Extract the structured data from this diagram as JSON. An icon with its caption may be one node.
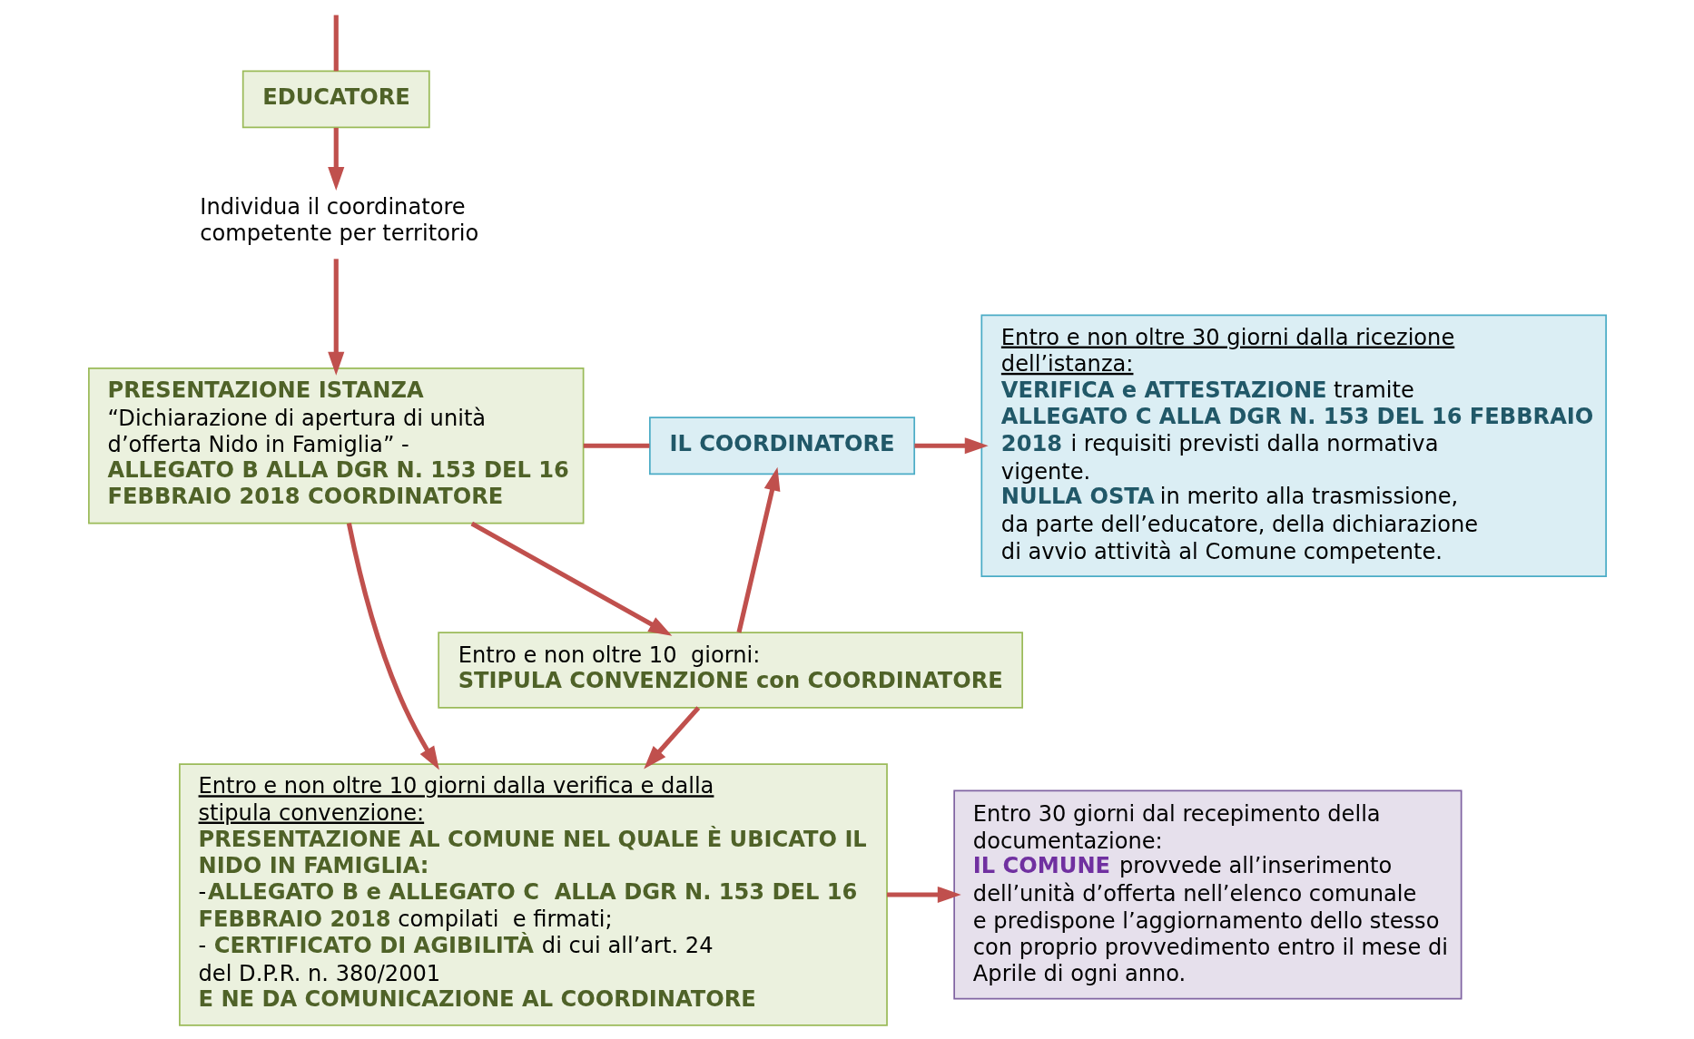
{
  "diagram": {
    "nodes": [
      {
        "text": [
          "EDUCATORE"
        ]
      },
      {
        "text": [
          "Individua il coordinatore competente per territorio"
        ]
      },
      {
        "text": [
          "PRESENTAZIONE ISTANZA",
          "“Dichiarazione di apertura di unità d’offerta Nido in Famiglia” -",
          "ALLEGATO B ALLA DGR N. 153 DEL 16 FEBBRAIO 2018 COORDINATORE"
        ]
      },
      {
        "text": [
          "IL COORDINATORE"
        ]
      },
      {
        "text": [
          "Entro e non oltre 30 giorni dalla ricezione dell’istanza:",
          "**VERIFICA e ATTESTAZIONE** tramite **ALLEGATO C ALLA DGR N. 153 DEL 16 FEBBRAIO 2018** i requisiti previsti dalla normativa vigente.",
          "**NULLA OSTA** in merito alla trasmissione, da parte dell’educatore, della dichiarazione di avvio attività al Comune competente."
        ]
      },
      {
        "text": [
          "Entro e non oltre 10  giorni:",
          "STIPULA CONVENZIONE con COORDINATORE"
        ]
      },
      {
        "text": [
          "Entro e non oltre 10 giorni dalla verifica e dalla stipula convenzione:",
          "PRESENTAZIONE AL COMUNE NEL QUALE È UBICATO IL NIDO IN FAMIGLIA:",
          "-**ALLEGATO B e ALLEGATO C  ALLA DGR N. 153 DEL 16 FEBBRAIO 2018** compilati  e firmati;",
          "- **CERTIFICATO DI AGIBILITÀ** di cui all’art. 24 del D.P.R. n. 380/2001",
          "E NE DA COMUNICAZIONE AL COORDINATORE"
        ]
      },
      {
        "text": [
          "Entro 30 giorni dal recepimento della documentazione:",
          "**IL COMUNE** provvede all’inserimento dell’unità d’offerta nell’elenco comunale e predispone l’aggiornamento dello stesso con proprio provvedimento entro il mese di Aprile di ogni anno."
        ]
      }
    ],
    "edges": [
      {
        "from": null,
        "to": 0,
        "arrow": "none"
      },
      {
        "from": 0,
        "to": 1,
        "arrow": "to"
      },
      {
        "from": 1,
        "to": 2,
        "arrow": "to"
      },
      {
        "from": 2,
        "to": 3,
        "arrow": "none"
      },
      {
        "from": 3,
        "to": 4,
        "arrow": "to"
      },
      {
        "from": 2,
        "to": 5,
        "arrow": "to"
      },
      {
        "from": 5,
        "to": 3,
        "arrow": "to"
      },
      {
        "from": 5,
        "to": 6,
        "arrow": "to"
      },
      {
        "from": 2,
        "to": 6,
        "arrow": "to"
      },
      {
        "from": 6,
        "to": 7,
        "arrow": "to"
      }
    ]
  }
}
